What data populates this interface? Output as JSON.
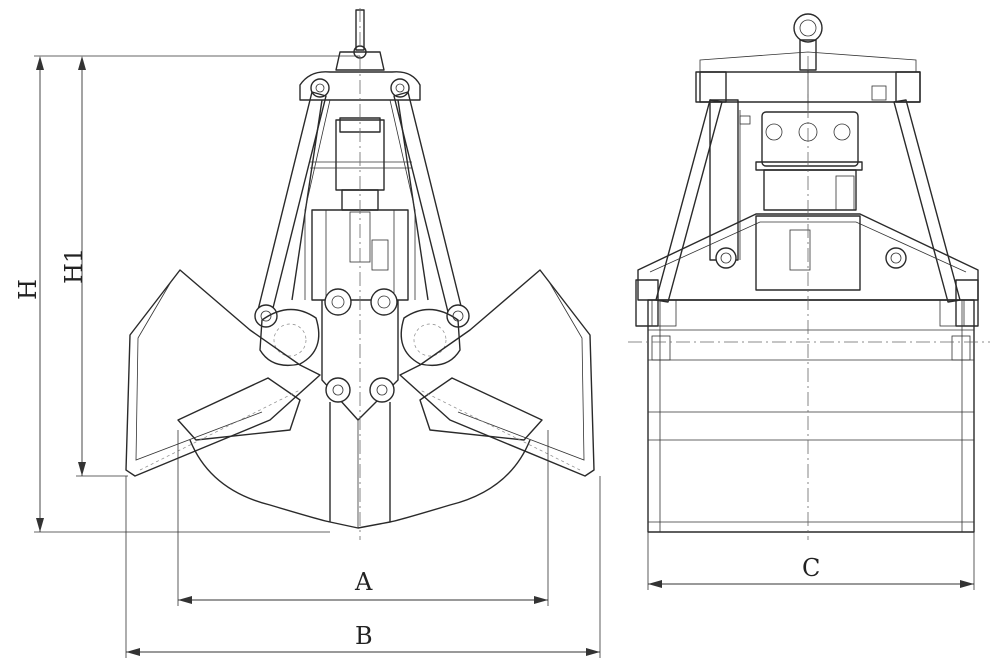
{
  "dimensions": {
    "height_label": "H",
    "height1_label": "H1",
    "width_a_label": "A",
    "width_b_label": "B",
    "width_c_label": "C"
  },
  "colors": {
    "line": "#2a2a2a",
    "background": "#ffffff"
  }
}
